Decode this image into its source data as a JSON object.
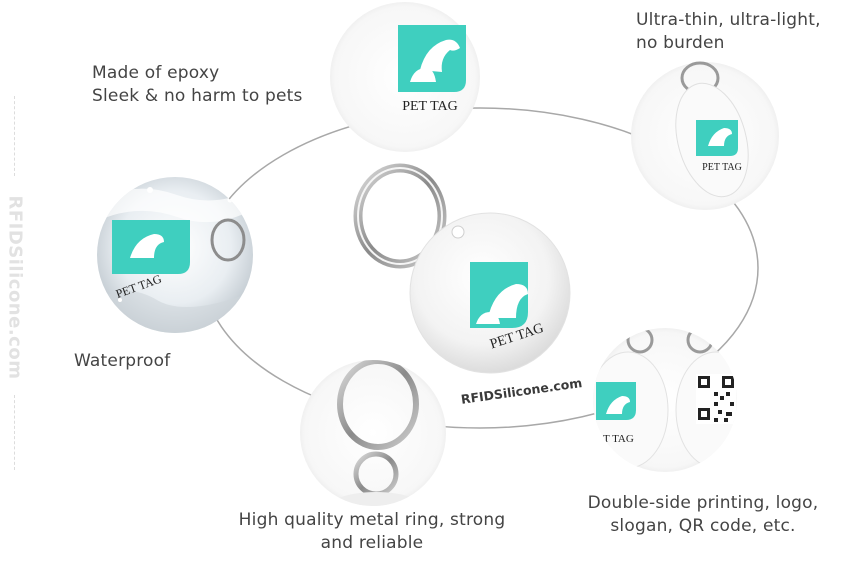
{
  "captions": {
    "epoxy_line1": "Made of epoxy",
    "epoxy_line2": "Sleek & no harm to pets",
    "thin_line1": "Ultra-thin, ultra-light,",
    "thin_line2": "no burden",
    "waterproof": "Waterproof",
    "ring_line1": "High quality metal ring, strong",
    "ring_line2": "and reliable",
    "print_line1": "Double-side printing, logo,",
    "print_line2": "slogan, QR code, etc."
  },
  "tag_label": "PET TAG",
  "watermarks": {
    "side": "RFIDSilicone.com",
    "center": "RFIDSilicone.com"
  },
  "colors": {
    "logo_teal": "#3fcfbf",
    "caption_text": "#444444",
    "ring_line": "#999999"
  }
}
